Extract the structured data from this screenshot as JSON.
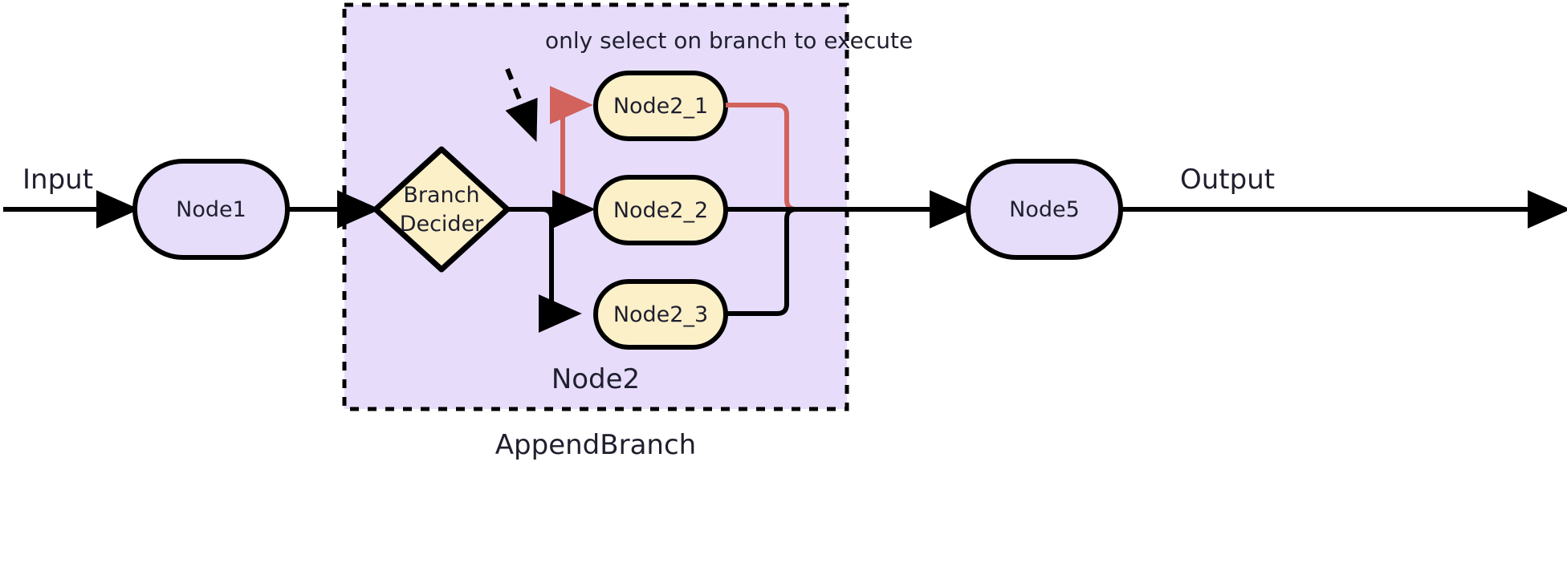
{
  "diagram": {
    "title_label": "AppendBranch",
    "group_label": "Node2",
    "note": "only select on branch to execute",
    "io": {
      "input_label": "Input",
      "output_label": "Output"
    },
    "nodes": {
      "node1": "Node1",
      "node5": "Node5",
      "decider_line1": "Branch",
      "decider_line2": "Decider",
      "branch1": "Node2_1",
      "branch2": "Node2_2",
      "branch3": "Node2_3"
    },
    "colors": {
      "canvas": "#ffffff",
      "group_fill": "#E7DDFB",
      "group_border": "#000000",
      "purple_node_fill": "#E6DDFA",
      "yellow_node_fill": "#FCF0C9",
      "node_stroke": "#000000",
      "edge_black": "#000000",
      "edge_highlight": "#D1625C",
      "text": "#1f1f2e"
    }
  }
}
